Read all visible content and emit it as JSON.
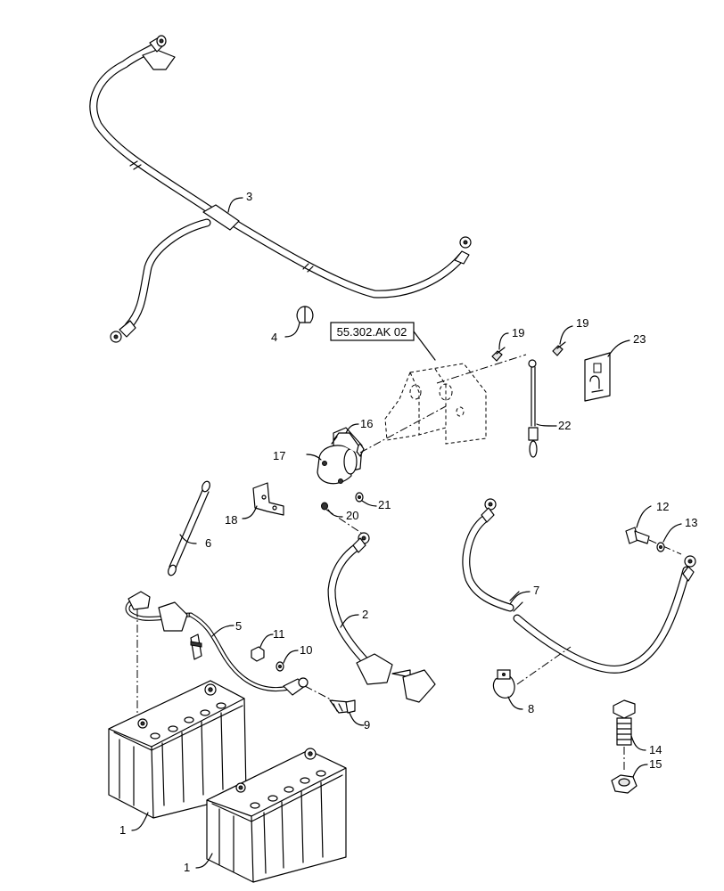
{
  "reference_box": {
    "label": "55.302.AK 02"
  },
  "callouts": [
    {
      "id": "battery-1a",
      "label": "1"
    },
    {
      "id": "battery-1b",
      "label": "1"
    },
    {
      "id": "cable-2",
      "label": "2"
    },
    {
      "id": "harness-3",
      "label": "3"
    },
    {
      "id": "clamp-4",
      "label": "4"
    },
    {
      "id": "harness-5",
      "label": "5"
    },
    {
      "id": "strap-6",
      "label": "6"
    },
    {
      "id": "cable-7",
      "label": "7"
    },
    {
      "id": "clamp-8",
      "label": "8"
    },
    {
      "id": "bolt-9",
      "label": "9"
    },
    {
      "id": "washer-10",
      "label": "10"
    },
    {
      "id": "nut-11",
      "label": "11"
    },
    {
      "id": "bolt-12",
      "label": "12"
    },
    {
      "id": "washer-13",
      "label": "13"
    },
    {
      "id": "bolt-14",
      "label": "14"
    },
    {
      "id": "nut-15",
      "label": "15"
    },
    {
      "id": "bracket-16",
      "label": "16"
    },
    {
      "id": "solenoid-17",
      "label": "17"
    },
    {
      "id": "bracket-18",
      "label": "18"
    },
    {
      "id": "screw-19a",
      "label": "19"
    },
    {
      "id": "screw-19b",
      "label": "19"
    },
    {
      "id": "nut-20",
      "label": "20"
    },
    {
      "id": "washer-21",
      "label": "21"
    },
    {
      "id": "strap-22",
      "label": "22"
    },
    {
      "id": "decal-23",
      "label": "23"
    }
  ]
}
